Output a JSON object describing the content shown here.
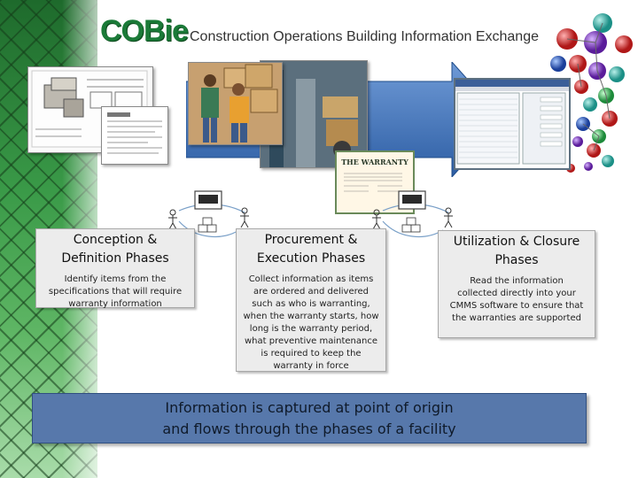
{
  "title": {
    "logo": "COBie",
    "subtitle": "Construction Operations Building Information Exchange"
  },
  "phases": [
    {
      "title_line1": "Conception &",
      "title_line2": "Definition Phases",
      "description": "Identify items from the specifications that will require warranty information"
    },
    {
      "title_line1": "Procurement &",
      "title_line2": "Execution Phases",
      "description": "Collect information as items are ordered and delivered such as who is warranting, when the warranty starts, how long is the warranty period, what preventive maintenance is required to keep the warranty in force"
    },
    {
      "title_line1": "Utilization & Closure",
      "title_line2": "Phases",
      "description": "Read the information collected directly into your CMMS software to ensure that the warranties are supported"
    }
  ],
  "warranty_card": {
    "heading": "THE WARRANTY"
  },
  "banner": {
    "line1": "Information is captured at point of origin",
    "line2": "and flows through the phases of a facility"
  },
  "colors": {
    "logo_green": "#1b7a38",
    "banner_blue": "#5778ab",
    "arrow_blue": "#3d6fb0",
    "phase_box": "#ececec"
  }
}
